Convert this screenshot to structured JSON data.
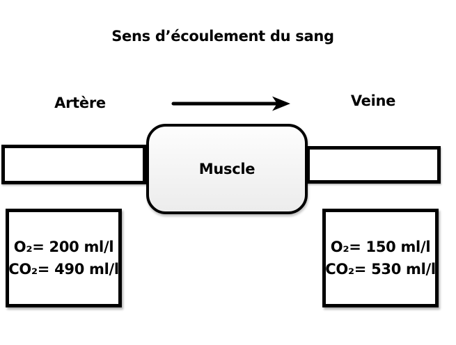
{
  "diagram": {
    "title": "Sens d’écoulement du sang",
    "labels": {
      "artery": "Artère",
      "vein": "Veine",
      "muscle": "Muscle"
    },
    "flow_arrow_icon": "right-arrow",
    "artery_box": {
      "o2_line": "O₂= 200 ml/l",
      "co2_line": "CO₂= 490 ml/l"
    },
    "vein_box": {
      "o2_line": "O₂= 150 ml/l",
      "co2_line": "CO₂= 530 ml/l"
    }
  },
  "colors": {
    "ink": "#000000",
    "background": "#ffffff",
    "muscle_fill_top": "#fdfdfd",
    "muscle_fill_bottom": "#ececec"
  }
}
